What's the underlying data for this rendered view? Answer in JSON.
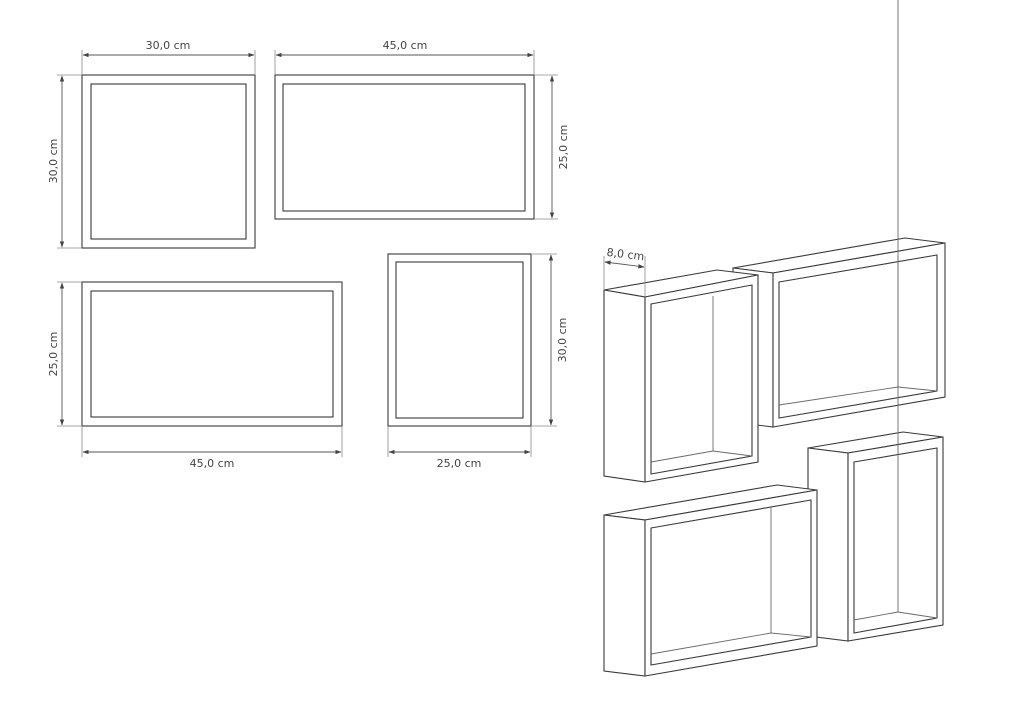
{
  "drawing": {
    "front_views": [
      {
        "id": "frame-a",
        "width_label": "30,0 cm",
        "height_label": "30,0 cm"
      },
      {
        "id": "frame-b",
        "width_label": "45,0 cm",
        "height_label": "25,0 cm"
      },
      {
        "id": "frame-c",
        "width_label": "45,0 cm",
        "height_label": "25,0 cm"
      },
      {
        "id": "frame-d",
        "width_label": "25,0 cm",
        "height_label": "30,0 cm"
      }
    ],
    "isometric": {
      "depth_label": "8,0 cm"
    }
  },
  "colors": {
    "line": "#3a3a3a",
    "dimension": "#555555",
    "background": "#ffffff"
  }
}
